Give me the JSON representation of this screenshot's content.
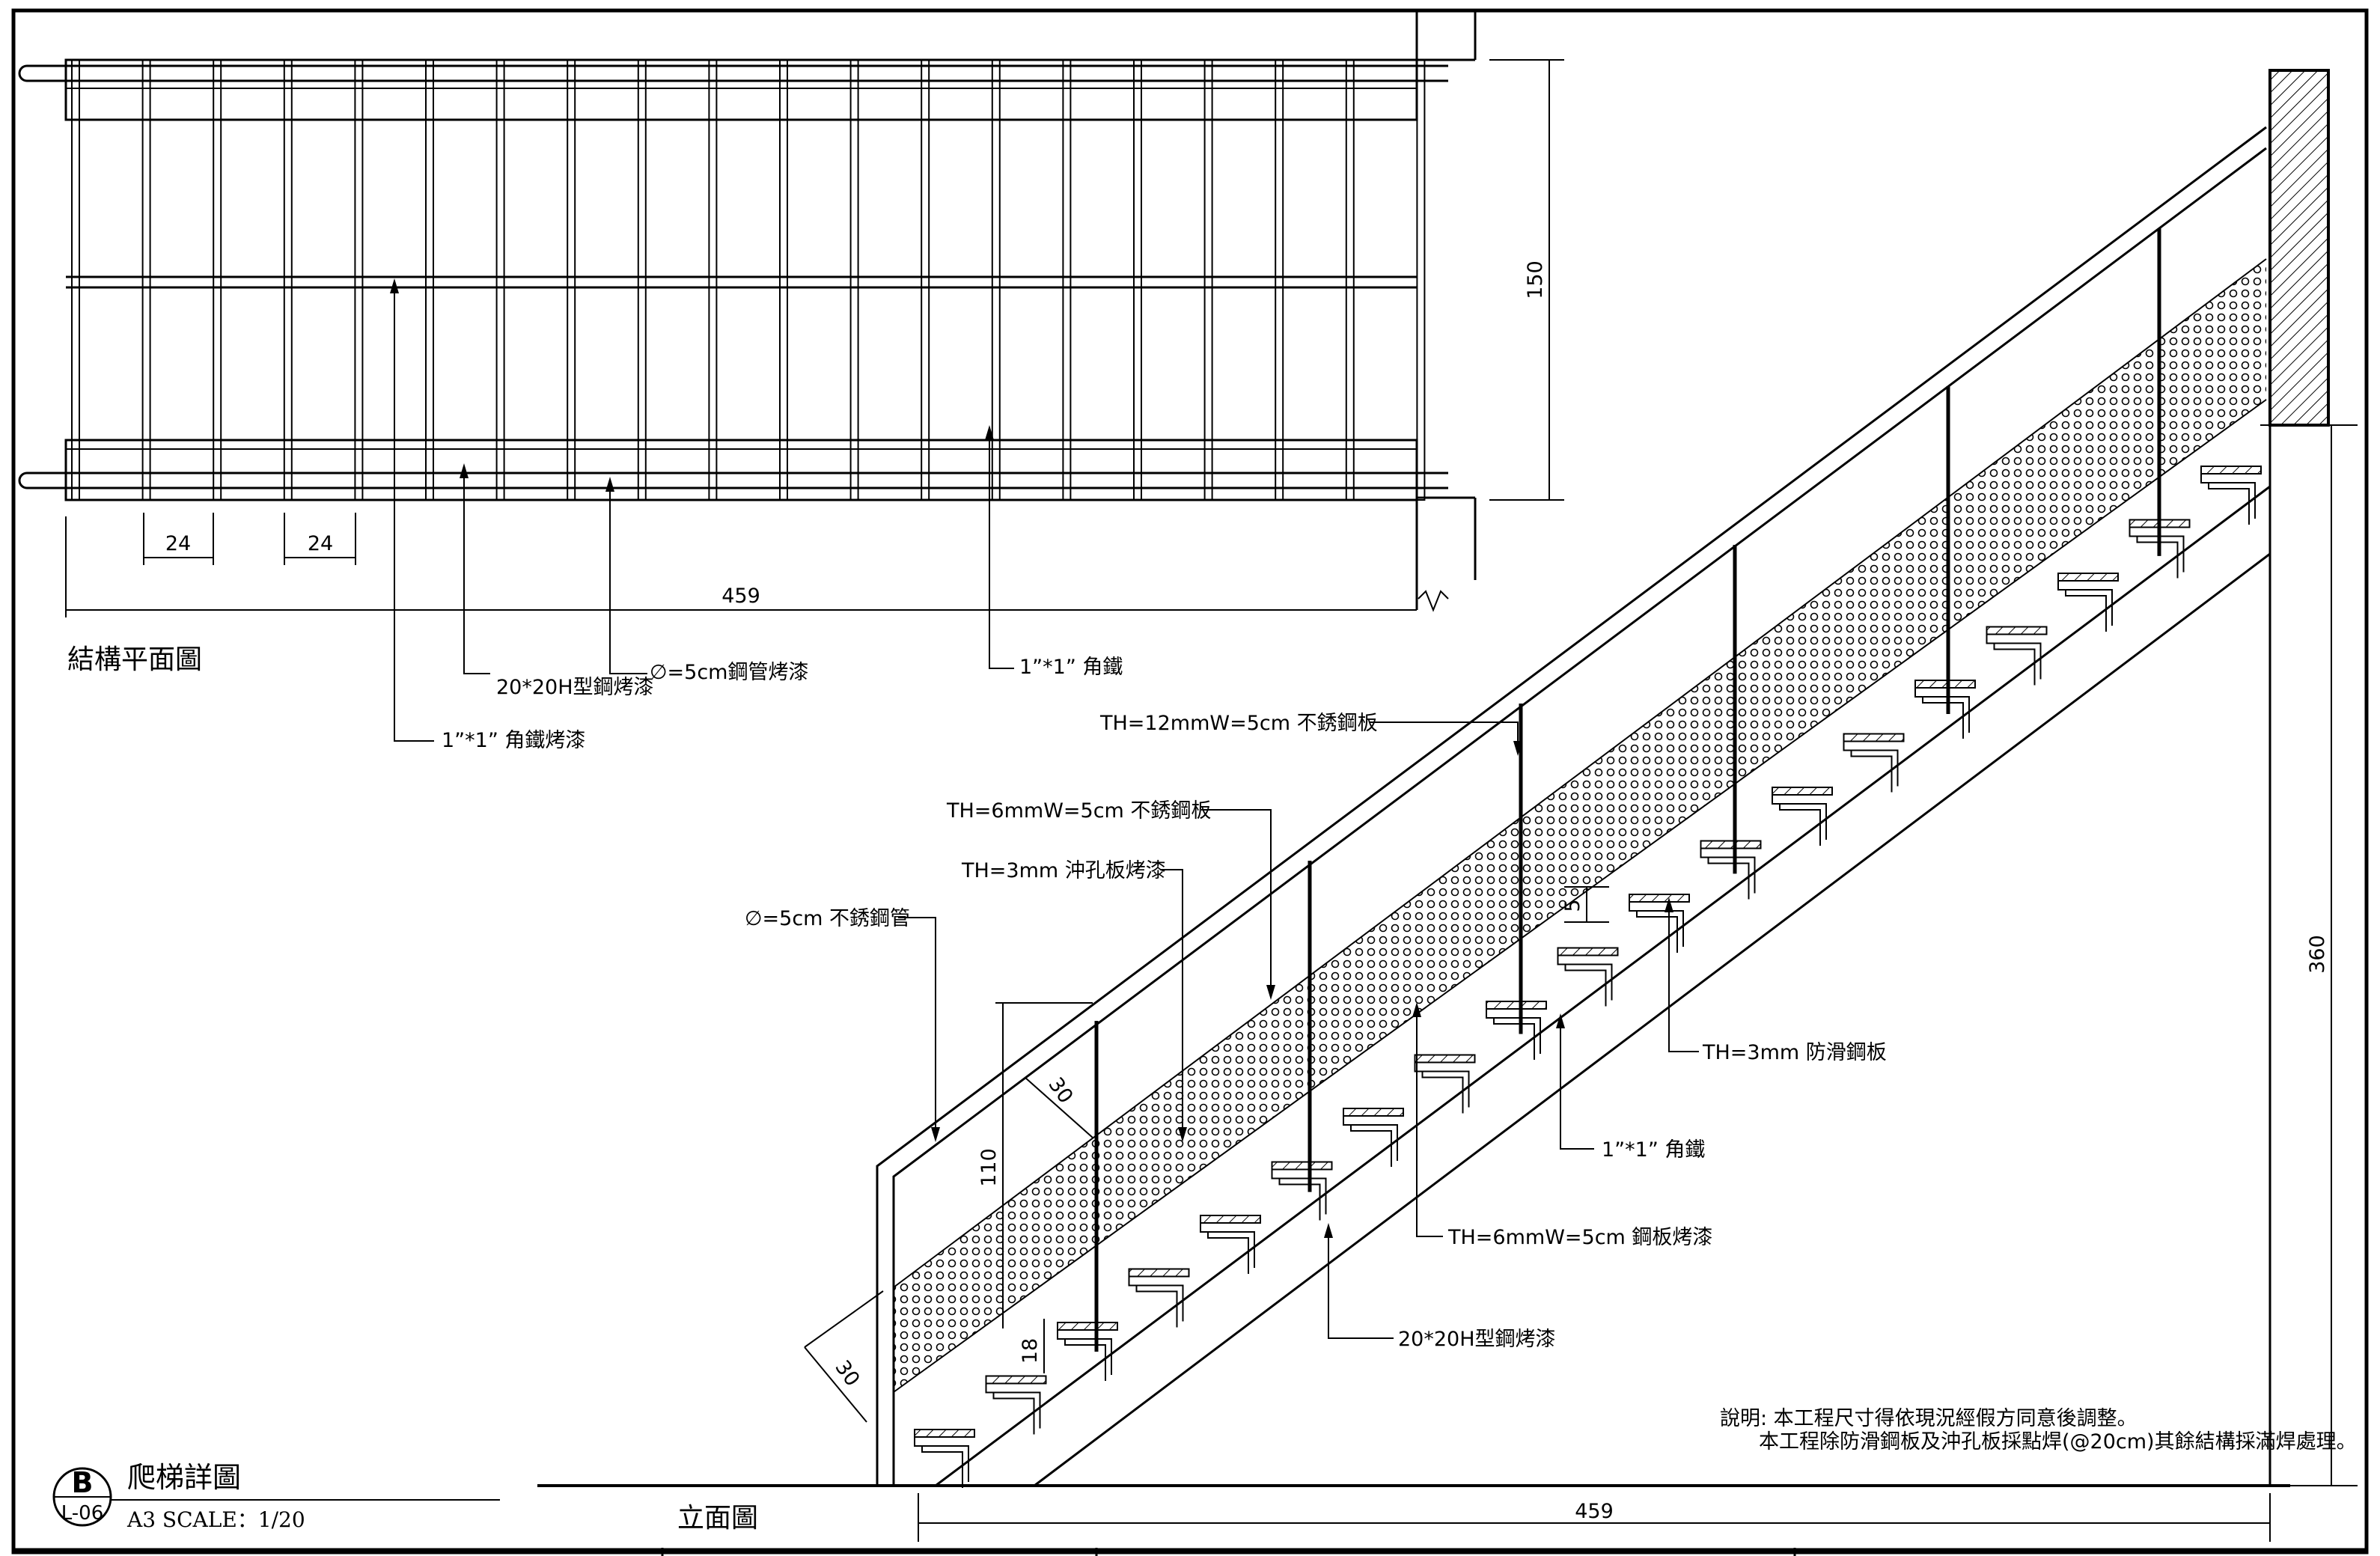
{
  "sheet": {
    "circle_letter": "B",
    "sheet_code": "L-06",
    "title": "爬梯詳圖",
    "scale_text": "A3 SCALE：1/20"
  },
  "plan_view": {
    "title": "結構平面圖",
    "dim_width": "150",
    "dim_length": "459",
    "dim_spacing_1": "24",
    "dim_spacing_2": "24",
    "labels": {
      "h_beam": "20*20H型鋼烤漆",
      "pipe": "∅=5cm鋼管烤漆",
      "angle": "1”*1” 角鐵",
      "angle_paint": "1”*1” 角鐵烤漆"
    }
  },
  "elevation_view": {
    "title": "立面圖",
    "dim_length": "459",
    "dim_height": "360",
    "dim_rail_height": "110",
    "dim_offset_upper": "30",
    "dim_offset_lower": "30",
    "dim_riser": "18",
    "dim_tread": "5",
    "labels": {
      "plate_12": "TH=12mmW=5cm 不銹鋼板",
      "plate_6": "TH=6mmW=5cm 不銹鋼板",
      "perforated": "TH=3mm 沖孔板烤漆",
      "pipe": "∅=5cm 不銹鋼管",
      "antislip": "TH=3mm 防滑鋼板",
      "angle": "1”*1” 角鐵",
      "steel_plate_paint": "TH=6mmW=5cm 鋼板烤漆",
      "h_beam": "20*20H型鋼烤漆"
    }
  },
  "notes": {
    "line1": "說明: 本工程尺寸得依現況經假方同意後調整。",
    "line2": "本工程除防滑鋼板及沖孔板採點焊(@20cm)其餘結構採滿焊處理。"
  }
}
